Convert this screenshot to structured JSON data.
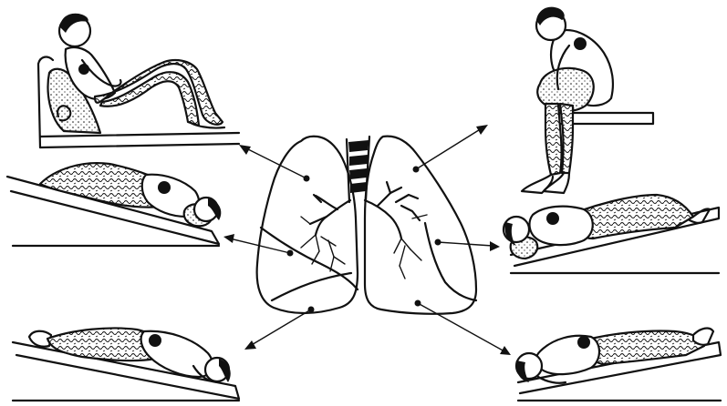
{
  "figure": {
    "type": "postural-drainage-positions",
    "ink_color": "#111111",
    "background": "#ffffff",
    "center": {
      "name": "lungs-with-bronchial-tree"
    },
    "panels": [
      {
        "id": "upper-left",
        "name": "semi-reclining-sitting-position"
      },
      {
        "id": "upper-right",
        "name": "sitting-leaning-forward-position"
      },
      {
        "id": "middle-left",
        "name": "side-lying-head-down-position-left"
      },
      {
        "id": "middle-right",
        "name": "side-lying-head-down-position-right"
      },
      {
        "id": "lower-left",
        "name": "prone-head-down-position-left"
      },
      {
        "id": "lower-right",
        "name": "prone-head-down-position-right"
      }
    ]
  }
}
